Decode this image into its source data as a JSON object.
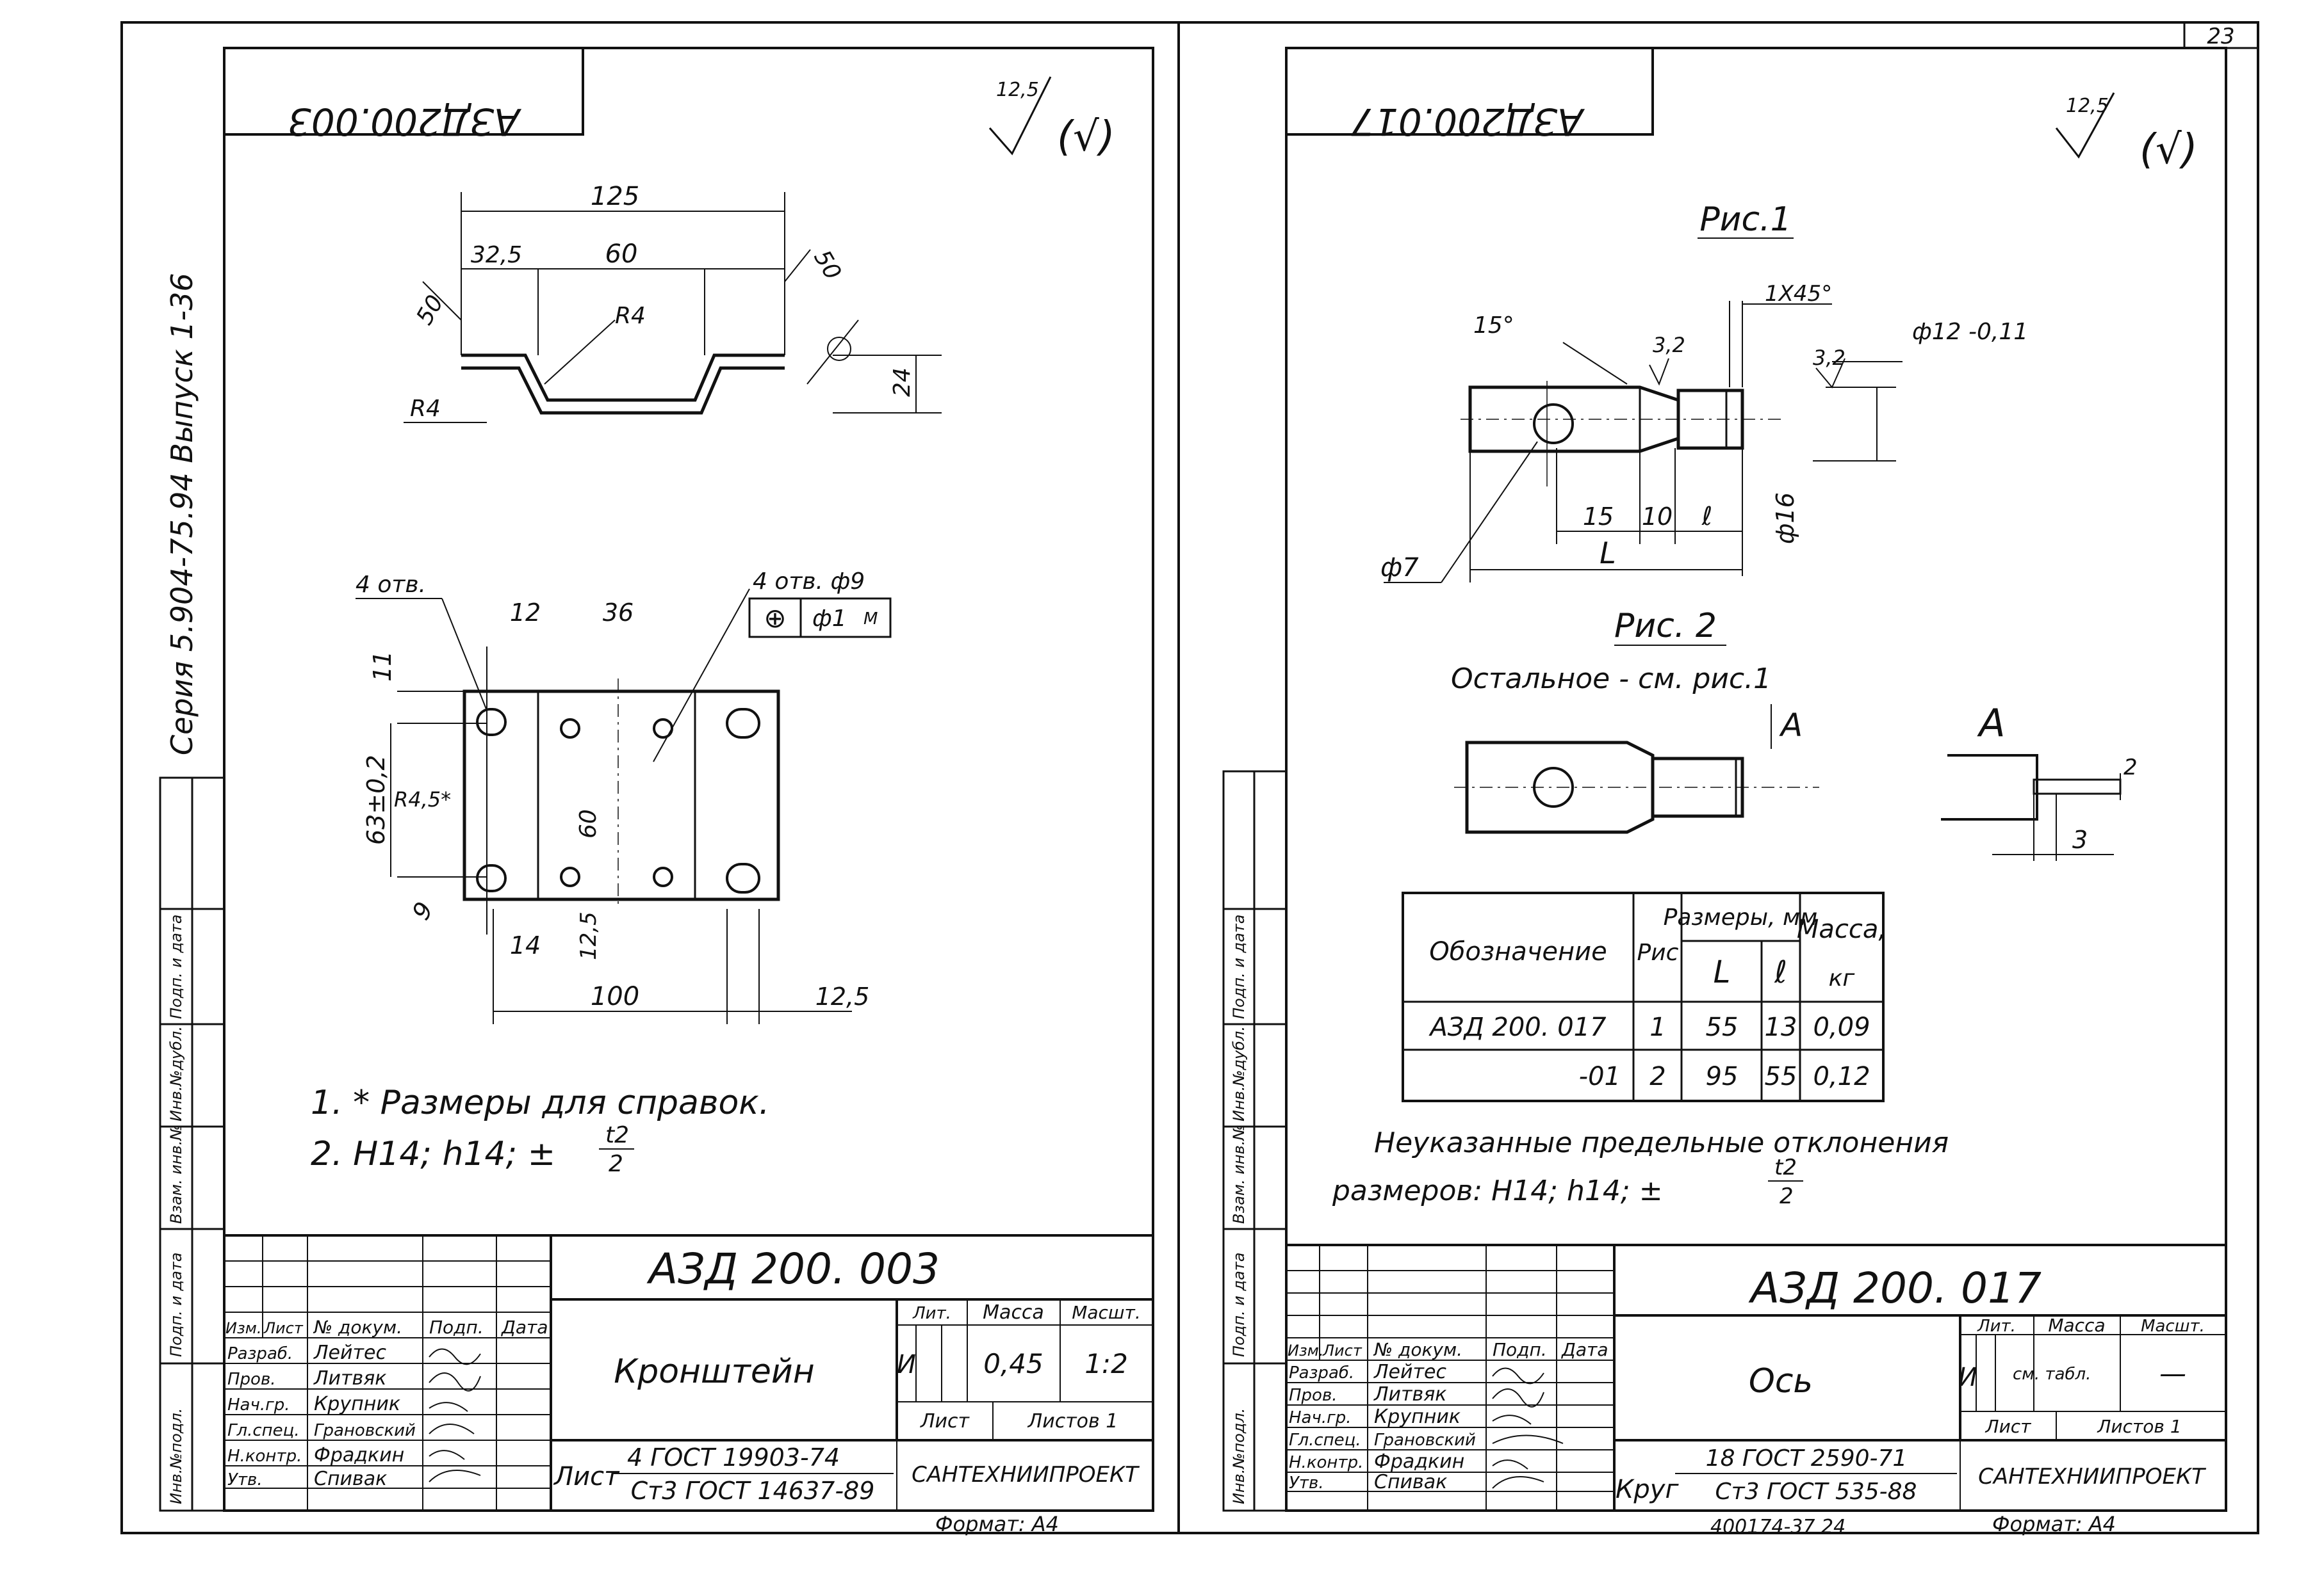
{
  "page_number": "23",
  "side_stamp": {
    "series_line": "Серия 5.904-75.94 Выпуск 1-36",
    "columns": [
      "Инв.№подл.",
      "Подп. и дата",
      "Взам. инв.№",
      "Инв.№дубл.",
      "Подп. и дата"
    ]
  },
  "left": {
    "top_code": "АЗД200.003",
    "roughness": "12,5",
    "roughness_other": "(√)",
    "view1": {
      "dims": [
        "125",
        "32,5",
        "60",
        "50",
        "50",
        "R4",
        "R4",
        "24"
      ]
    },
    "view2": {
      "callout_left": "4 отв.",
      "callout_right": "4 отв. ф9",
      "tolerance_frame": [
        "⊕",
        "ф1",
        "M"
      ],
      "dims": [
        "12",
        "36",
        "11",
        "63±0,2",
        "R4,5*",
        "60",
        "9",
        "14",
        "12,5",
        "100",
        "12,5"
      ]
    },
    "notes": [
      "1. * Размеры для справок.",
      "2. Н14; h14; ±",
      "t2",
      "2"
    ],
    "title_block": {
      "designation": "АЗД 200. 003",
      "name": "Кронштейн",
      "headers": [
        "Изм.",
        "Лист",
        "№ докум.",
        "Подп.",
        "Дата"
      ],
      "roles": [
        "Разраб.",
        "Пров.",
        "Нач.гр.",
        "Гл.спец.",
        "Н.контр.",
        "Утв."
      ],
      "people": [
        "Лейтес",
        "Литвяк",
        "Крупник",
        "Грановский",
        "Фрадкин",
        "Спивак"
      ],
      "lit_label": "Лит.",
      "mass_label": "Масса",
      "scale_label": "Масшт.",
      "lit": "И",
      "mass": "0,45",
      "scale": "1:2",
      "sheet_label": "Лист",
      "sheets_label": "Листов 1",
      "material_prefix": "Лист",
      "material_top": "4 ГОСТ 19903-74",
      "material_bottom": "Ст3 ГОСТ 14637-89",
      "org": "САНТЕХНИИПРОЕКТ"
    },
    "format": "Формат: А4"
  },
  "right": {
    "top_code": "АЗД200.017",
    "roughness": "12,5",
    "roughness_other": "(√)",
    "fig1_title": "Рис.1",
    "fig1_dims": [
      "15°",
      "1Х45°",
      "3,2",
      "3,2",
      "ф12 -0,11",
      "15",
      "10",
      "ℓ",
      "ф16",
      "L",
      "ф7"
    ],
    "fig2_title": "Рис. 2",
    "fig2_note": "Остальное - см. рис.1",
    "view_a_arrow": "А",
    "view_a_label": "А",
    "view_a_dims": [
      "2",
      "3"
    ],
    "table": {
      "col_designation": "Обозначение",
      "col_fig": "Рис",
      "col_sizes": "Размеры, мм",
      "col_L": "L",
      "col_l": "ℓ",
      "col_mass": "Масса,",
      "col_mass_unit": "кг",
      "rows": [
        {
          "designation": "АЗД 200. 017",
          "fig": "1",
          "L": "55",
          "l": "13",
          "mass": "0,09"
        },
        {
          "designation": "-01",
          "fig": "2",
          "L": "95",
          "l": "55",
          "mass": "0,12"
        }
      ]
    },
    "note_line1": "Неуказанные предельные отклонения",
    "note_line2": "размеров: Н14; h14; ±",
    "note_frac_top": "t2",
    "note_frac_bottom": "2",
    "title_block": {
      "designation": "АЗД 200. 017",
      "name": "Ось",
      "headers": [
        "Изм.",
        "Лист",
        "№ докум.",
        "Подп.",
        "Дата"
      ],
      "roles": [
        "Разраб.",
        "Пров.",
        "Нач.гр.",
        "Гл.спец.",
        "Н.контр.",
        "Утв."
      ],
      "people": [
        "Лейтес",
        "Литвяк",
        "Крупник",
        "Грановский",
        "Фрадкин",
        "Спивак"
      ],
      "lit_label": "Лит.",
      "mass_label": "Масса",
      "scale_label": "Масшт.",
      "lit": "И",
      "mass": "см. табл.",
      "scale": "—",
      "sheet_label": "Лист",
      "sheets_label": "Листов 1",
      "material_prefix": "Круг",
      "material_top": "18 ГОСТ 2590-71",
      "material_bottom": "Ст3 ГОСТ 535-88",
      "org": "САНТЕХНИИПРОЕКТ"
    },
    "footer_code": "400174-37 24",
    "format": "Формат: А4"
  }
}
